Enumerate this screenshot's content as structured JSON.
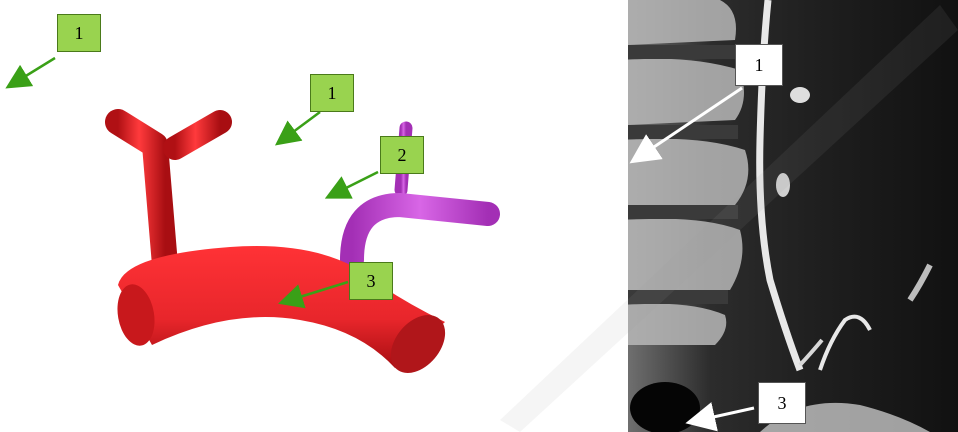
{
  "diagram": {
    "labels": [
      "1",
      "1",
      "2",
      "3"
    ]
  },
  "ct_image": {
    "labels": [
      "1",
      "3"
    ]
  },
  "colors": {
    "vessel_red": "#e8262b",
    "vessel_magenta": "#c64fd6",
    "label_green": "#99d34f",
    "arrow_green": "#3aa017",
    "ct_dark": "#121212"
  }
}
